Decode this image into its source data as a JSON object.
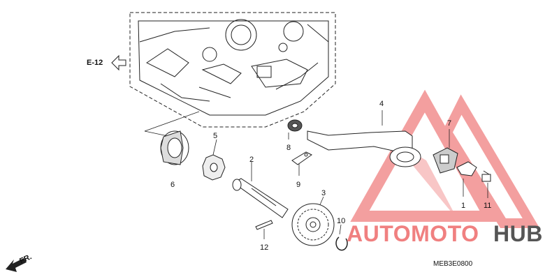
{
  "diagram": {
    "reference": "E-12",
    "direction": "FR.",
    "code": "MEB3E0800",
    "callouts": [
      "1",
      "2",
      "3",
      "4",
      "5",
      "6",
      "7",
      "8",
      "9",
      "10",
      "11",
      "12"
    ]
  },
  "watermark": {
    "part1": "AUTOMOTO",
    "part2": "HUB",
    "color1": "#f08080",
    "color2": "#555555"
  }
}
